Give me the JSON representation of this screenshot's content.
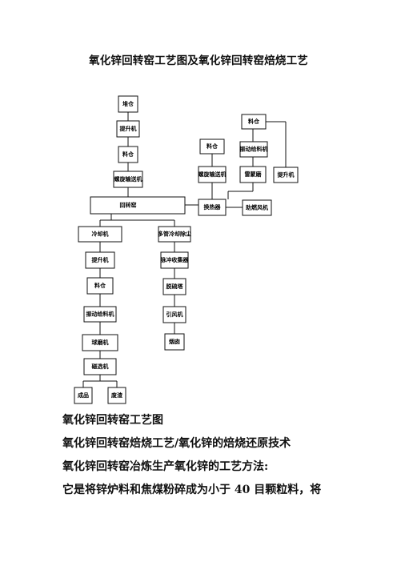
{
  "title": "氧化锌回转窑工艺图及氧化锌回转窑焙烧工艺",
  "diagram": {
    "nodes": {
      "n01": "堆仓",
      "n02": "提升机",
      "n03": "料仓",
      "n04": "螺旋输送机",
      "n05": "回转窑",
      "n06": "料仓",
      "n07": "振动给料机",
      "n08": "提升机",
      "n09": "料仓",
      "n10": "螺旋输送机",
      "n11": "雷蒙磨",
      "n12": "换热器",
      "n13": "助燃风机",
      "n14": "冷却机",
      "n15": "提升机",
      "n16": "料仓",
      "n17": "振动给料机",
      "n18": "球磨机",
      "n19": "磁选机",
      "n20": "成品",
      "n21": "废渣",
      "n22": "多管冷却除尘",
      "n23": "脉冲收集器",
      "n24": "脱硫塔",
      "n25": "引风机",
      "n26": "烟囱"
    }
  },
  "paragraphs": [
    "氧化锌回转窑工艺图",
    "氧化锌回转窑焙烧工艺/氧化锌的焙烧还原技术",
    "氧化锌回转窑冶炼生产氧化锌的工艺方法:",
    "它是将锌炉料和焦煤粉碎成为小于  40  目颗粒料，将"
  ]
}
